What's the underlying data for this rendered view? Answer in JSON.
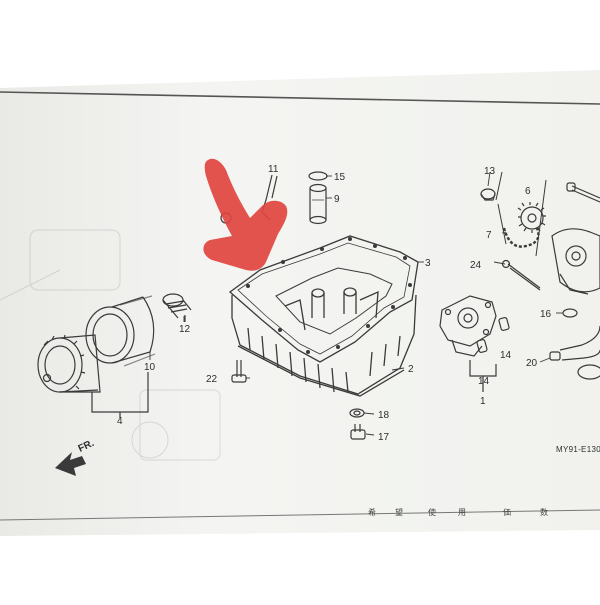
{
  "diagram": {
    "callouts": {
      "c1": "1",
      "c2": "2",
      "c3": "3",
      "c4": "4",
      "c6": "6",
      "c7": "7",
      "c9": "9",
      "c10": "10",
      "c11": "11",
      "c12": "12",
      "c13": "13",
      "c14a": "14",
      "c14b": "14",
      "c15": "15",
      "c16": "16",
      "c17": "17",
      "c18": "18",
      "c20": "20",
      "c22": "22",
      "c24": "24"
    },
    "front_marker": "FR.",
    "figure_code": "MY91-E130",
    "footer_labels": [
      "希",
      "望",
      "使",
      "用",
      "価",
      "数"
    ],
    "highlight_arrow_color": "#e0443f",
    "line_color": "#3a3a3a",
    "paper_color": "#f3f4f1"
  }
}
